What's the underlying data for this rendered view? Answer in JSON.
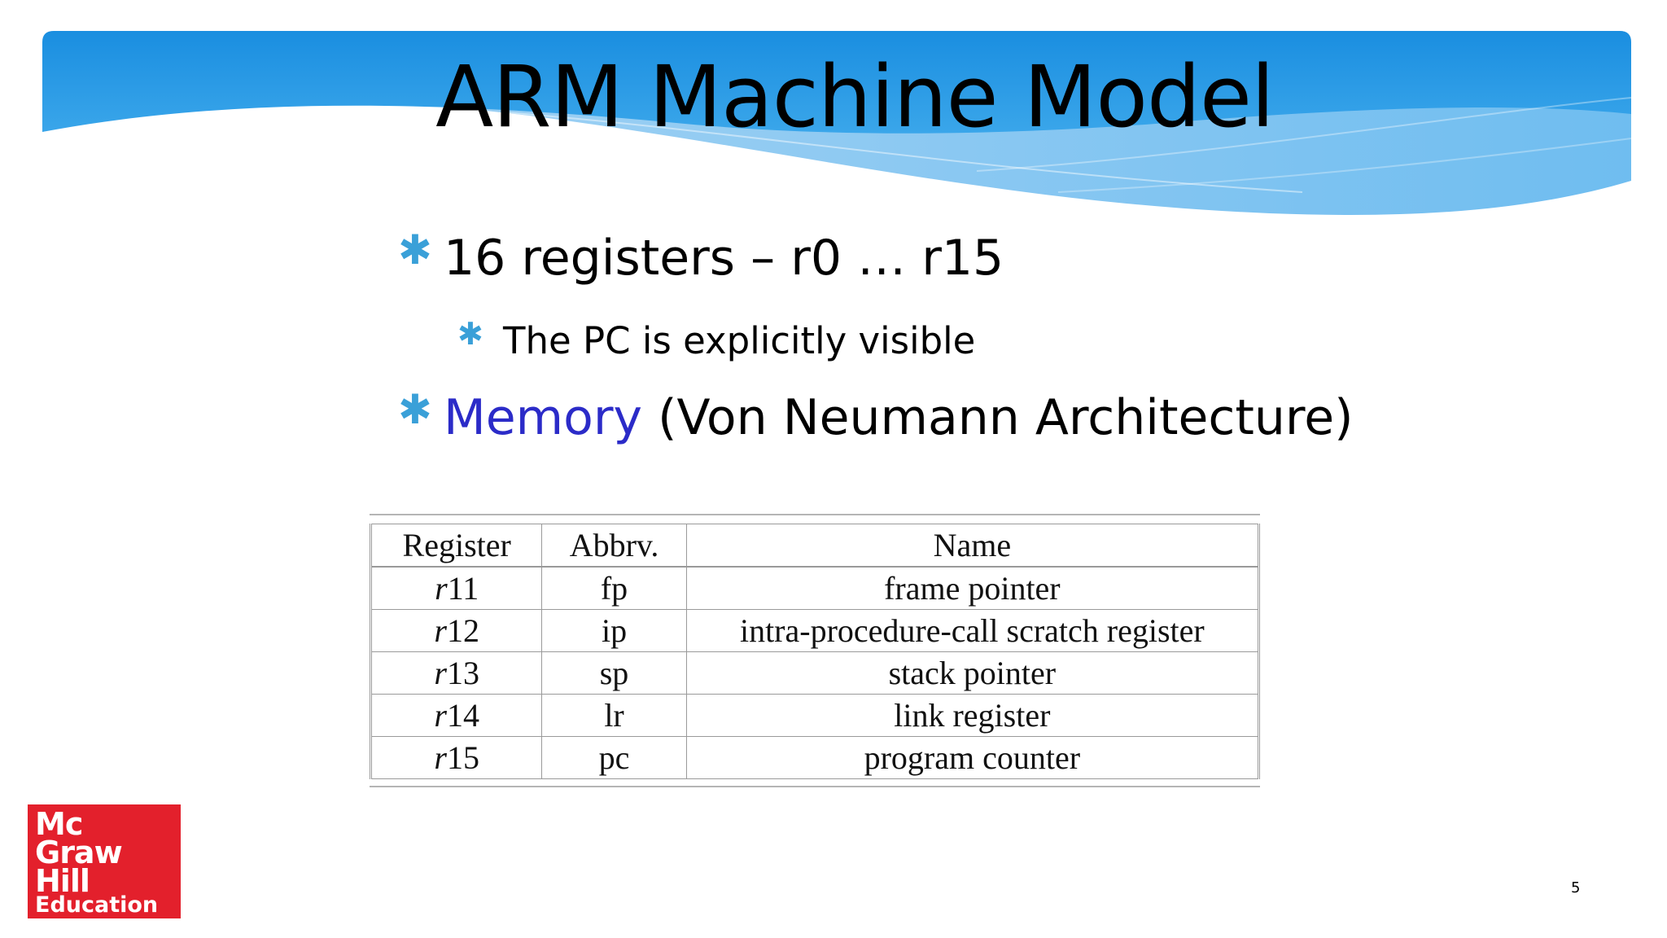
{
  "slide": {
    "title": "ARM Machine Model",
    "page_number": "5"
  },
  "bullets": [
    {
      "text": "16 registers – r0 … r15"
    },
    {
      "text": "The PC is explicitly visible"
    },
    {
      "accent_text": "Memory",
      "text": " (Von Neumann Architecture)"
    }
  ],
  "table": {
    "headers": [
      "Register",
      "Abbrv.",
      "Name"
    ],
    "rows": [
      {
        "reg_prefix": "r",
        "reg_num": "11",
        "abbrv": "fp",
        "name": "frame pointer"
      },
      {
        "reg_prefix": "r",
        "reg_num": "12",
        "abbrv": "ip",
        "name": "intra-procedure-call scratch register"
      },
      {
        "reg_prefix": "r",
        "reg_num": "13",
        "abbrv": "sp",
        "name": "stack pointer"
      },
      {
        "reg_prefix": "r",
        "reg_num": "14",
        "abbrv": "lr",
        "name": "link register"
      },
      {
        "reg_prefix": "r",
        "reg_num": "15",
        "abbrv": "pc",
        "name": "program counter"
      }
    ]
  },
  "logo": {
    "line1": "Mc",
    "line2": "Graw",
    "line3": "Hill",
    "line4": "Education"
  },
  "colors": {
    "accent": "#2b2bc8",
    "bullet_star": "#3aa0d8",
    "logo_bg": "#e3202c",
    "header_blue": "#1e8fe0"
  }
}
